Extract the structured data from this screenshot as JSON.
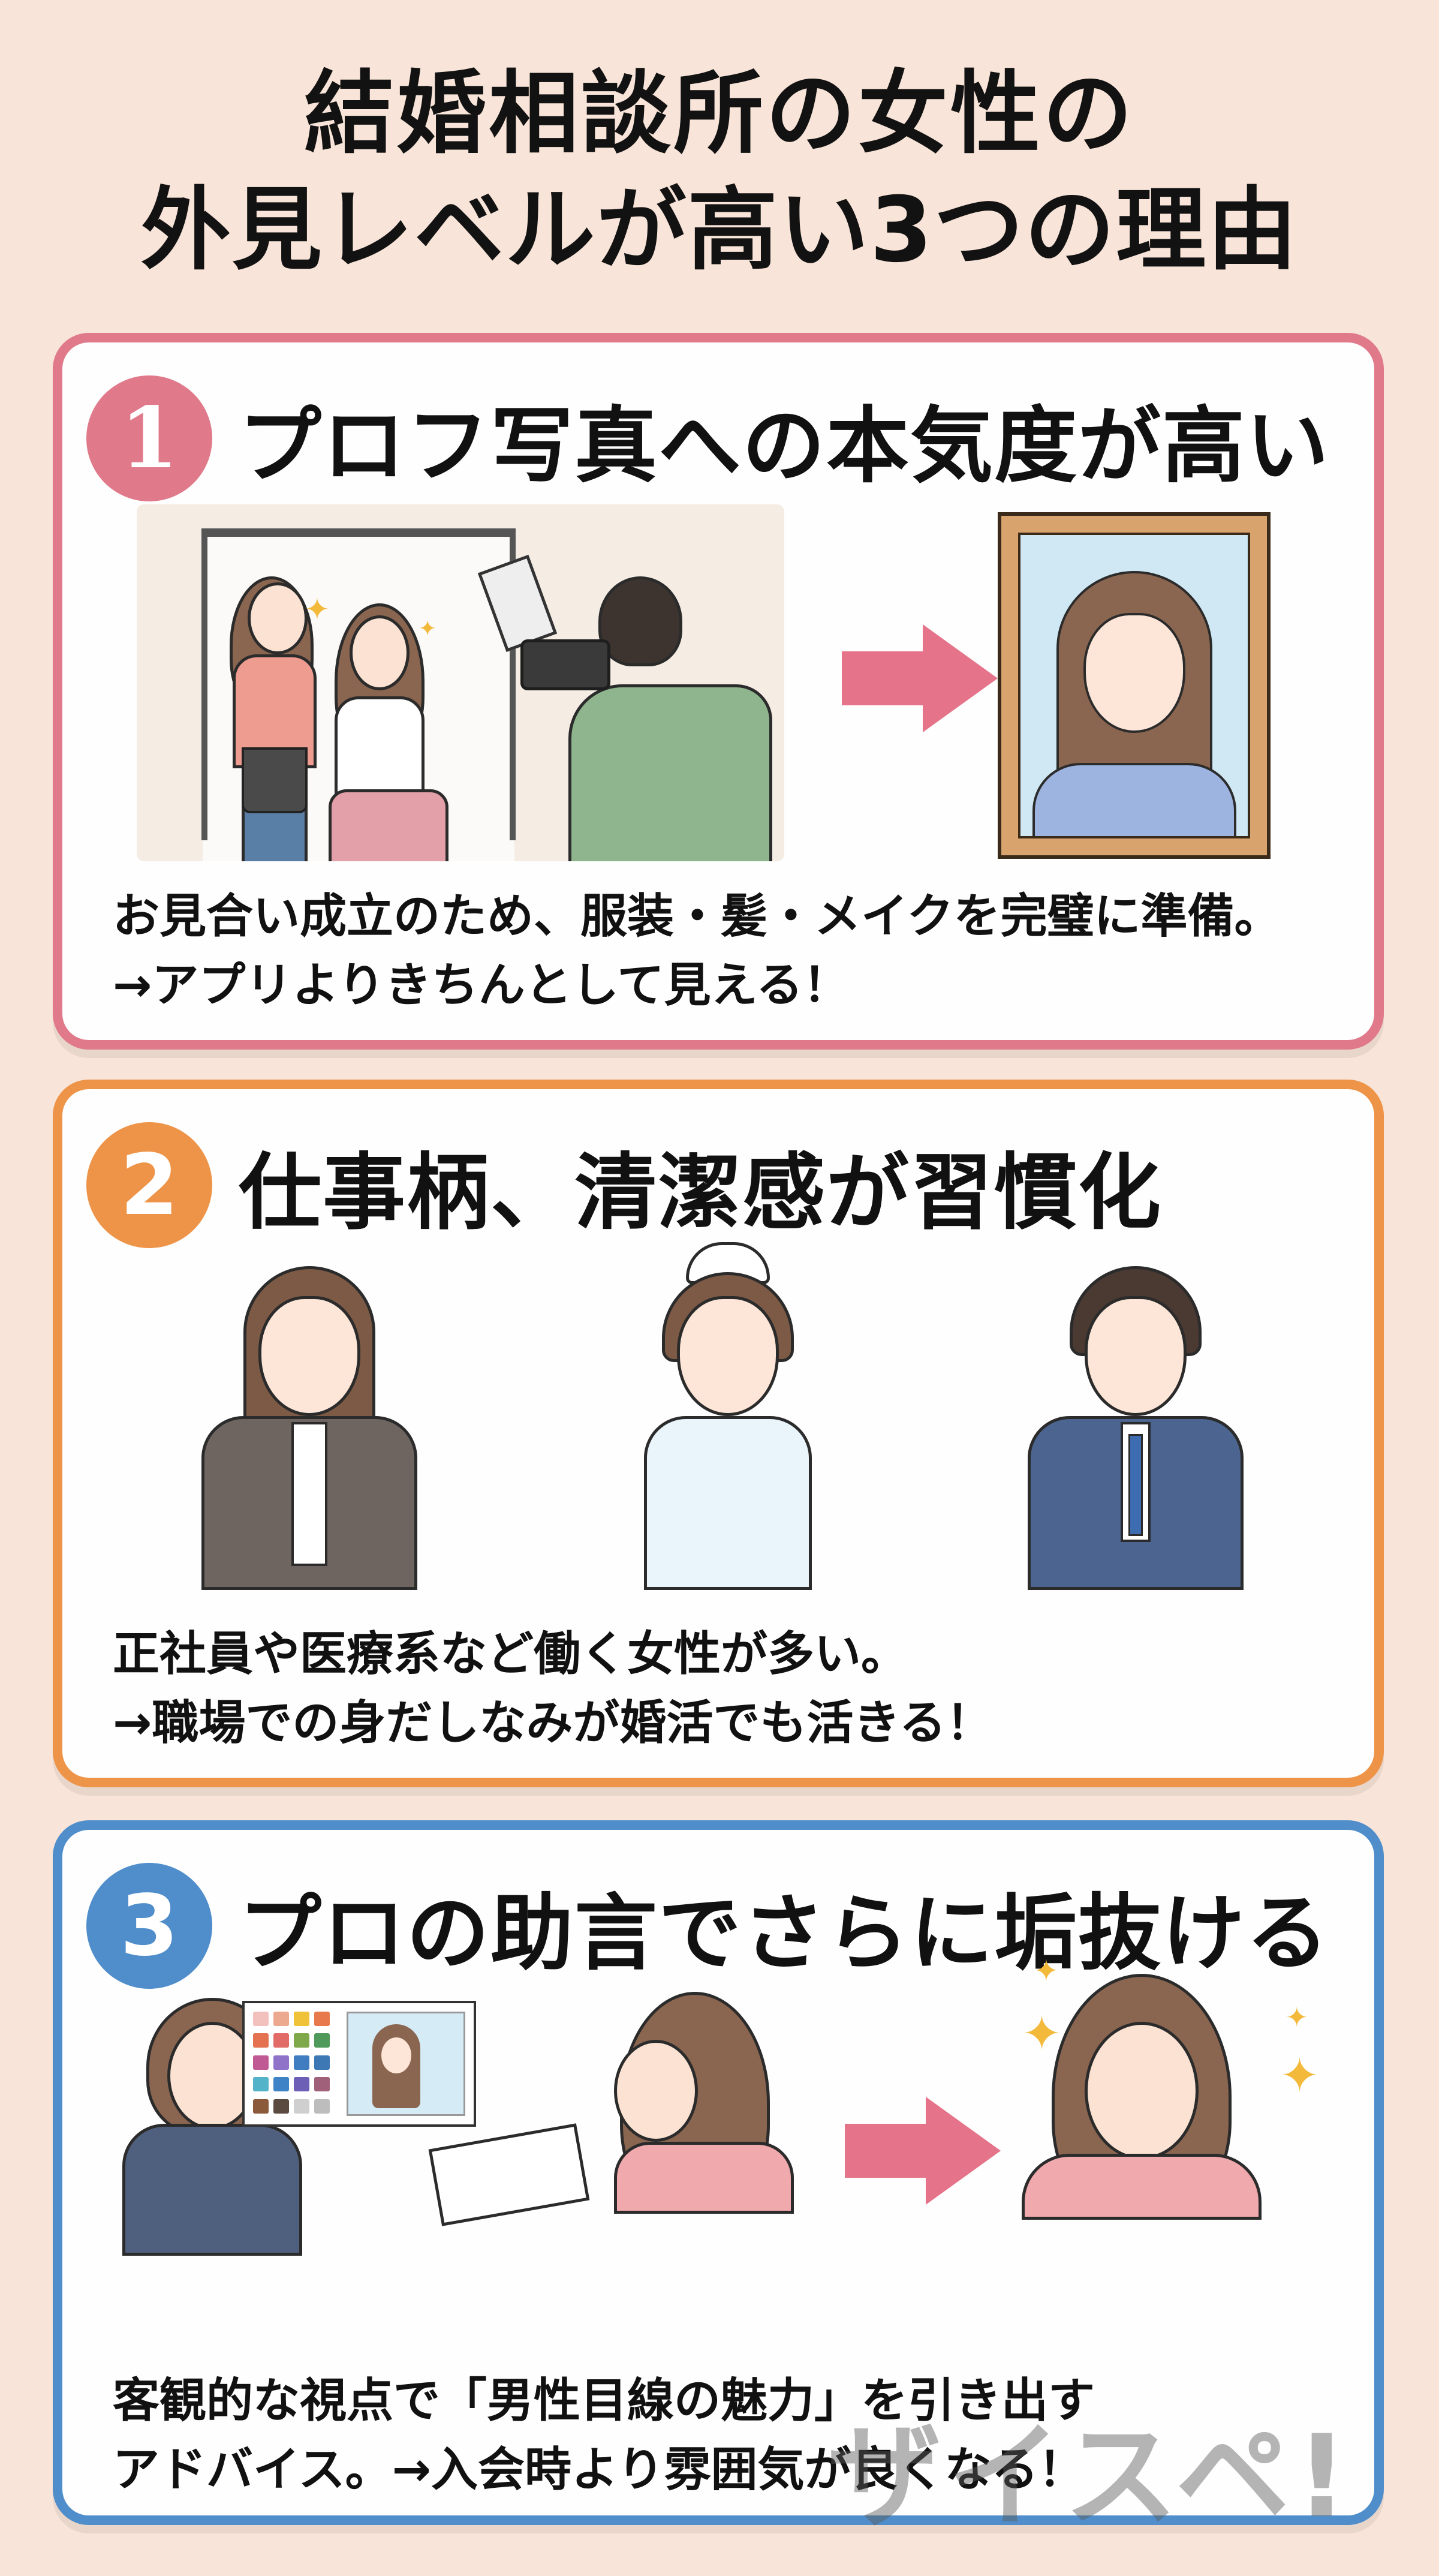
{
  "title": {
    "line1": "結婚相談所の女性の",
    "line2": "外見レベルが高い3つの理由"
  },
  "colors": {
    "background": "#f8e4d8",
    "reason1_accent": "#e07a8b",
    "reason2_accent": "#ee9448",
    "reason3_accent": "#4f8ecb",
    "arrow": "#e57389",
    "sparkle": "#f2b93b"
  },
  "reasons": [
    {
      "number": "1",
      "heading": "プロフ写真への本気度が高い",
      "body_line1": "お見合い成立のため、服装・髪・メイクを完璧に準備。",
      "body_line2": "→アプリよりきちんとして見える！",
      "illustration": "photo-studio-makeup-to-framed-portrait"
    },
    {
      "number": "2",
      "heading": "仕事柄、清潔感が習慣化",
      "body_line1": "正社員や医療系など働く女性が多い。",
      "body_line2": "→職場での身だしなみが婚活でも活きる！",
      "illustration": "office-worker-nurse-suited-professional"
    },
    {
      "number": "3",
      "heading": "プロの助言でさらに垢抜ける",
      "body_line1": "客観的な視点で「男性目線の魅力」を引き出す",
      "body_line2": "アドバイス。→入会時より雰囲気が良くなる！",
      "illustration": "advisor-color-chart-to-polished-woman"
    }
  ],
  "watermark": "ザイスペ!",
  "swatch_colors": [
    "#f3c1bd",
    "#eda98f",
    "#f0c23a",
    "#e7794c",
    "#e4714f",
    "#e06b67",
    "#7fa84a",
    "#4f9a5a",
    "#c05a95",
    "#8f73c9",
    "#3f7dc0",
    "#3d78b4",
    "#53b3c8",
    "#3e83c6",
    "#6c5fb5",
    "#a0607a",
    "#8a5a3a",
    "#5a4a40",
    "#cfcfcf",
    "#bdbdbd"
  ]
}
